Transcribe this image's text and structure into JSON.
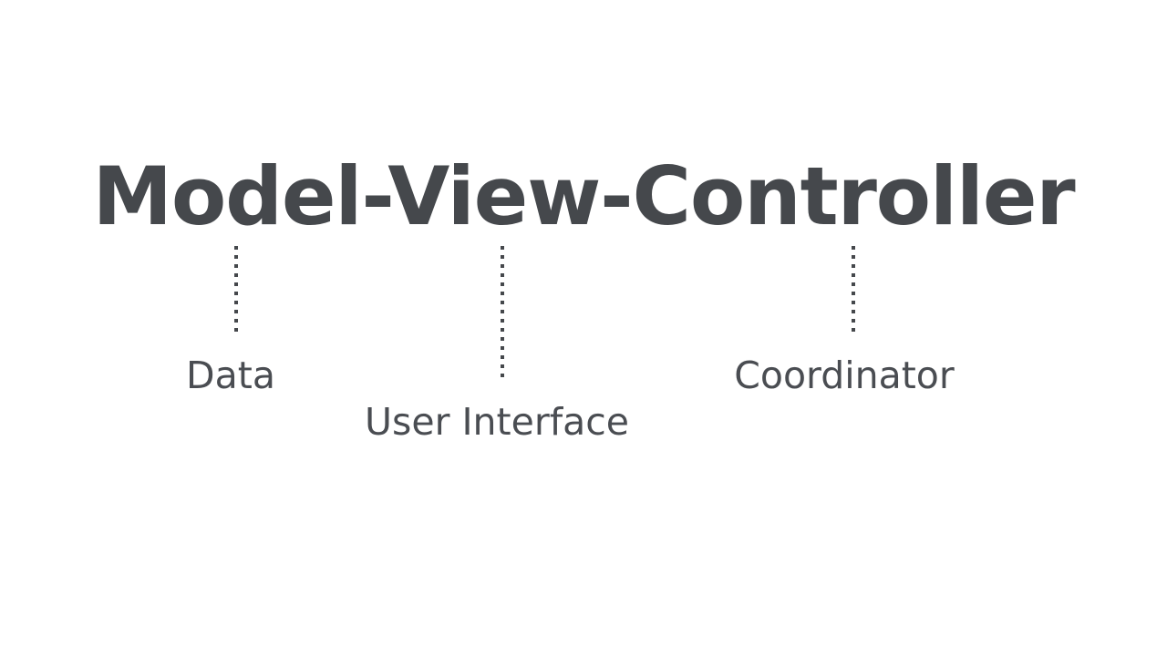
{
  "slide": {
    "background_color": "#ffffff",
    "title": "Model-View-Controller",
    "title_color": "#45484c",
    "label_color": "#4a4d52",
    "connector_color": "#45484c",
    "annotations": [
      {
        "term": "Model",
        "label": "Data",
        "connector": "dotted-vertical-line"
      },
      {
        "term": "View",
        "label": "User Interface",
        "connector": "dotted-vertical-line"
      },
      {
        "term": "Controller",
        "label": "Coordinator",
        "connector": "dotted-vertical-line"
      }
    ]
  }
}
